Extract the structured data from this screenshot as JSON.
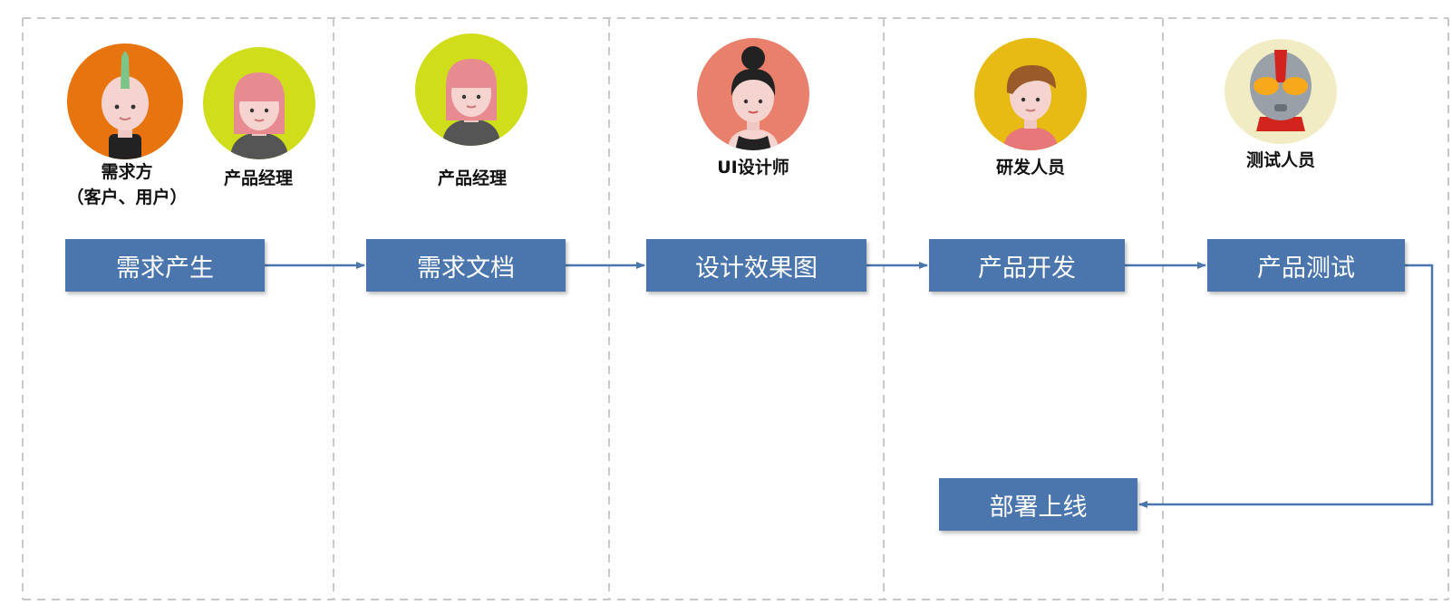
{
  "colors": {
    "step_fill": "#4a76ad",
    "arrow": "#4a76ad",
    "lane_divider": "#c8c8c8"
  },
  "roles": {
    "requester_line1": "需求方",
    "requester_line2": "（客户、用户）",
    "pm_lane1": "产品经理",
    "pm_lane2": "产品经理",
    "ui_designer": "UI设计师",
    "developer": "研发人员",
    "tester": "测试人员"
  },
  "avatars": {
    "requester": "mohawk-person-icon",
    "pm_lane1": "pink-hair-woman-icon",
    "pm_lane2": "pink-hair-woman-icon",
    "ui_designer": "bun-hair-woman-icon",
    "developer": "brown-hair-man-icon",
    "tester": "ultraman-icon"
  },
  "steps": [
    "需求产生",
    "需求文档",
    "设计效果图",
    "产品开发",
    "产品测试",
    "部署上线"
  ]
}
